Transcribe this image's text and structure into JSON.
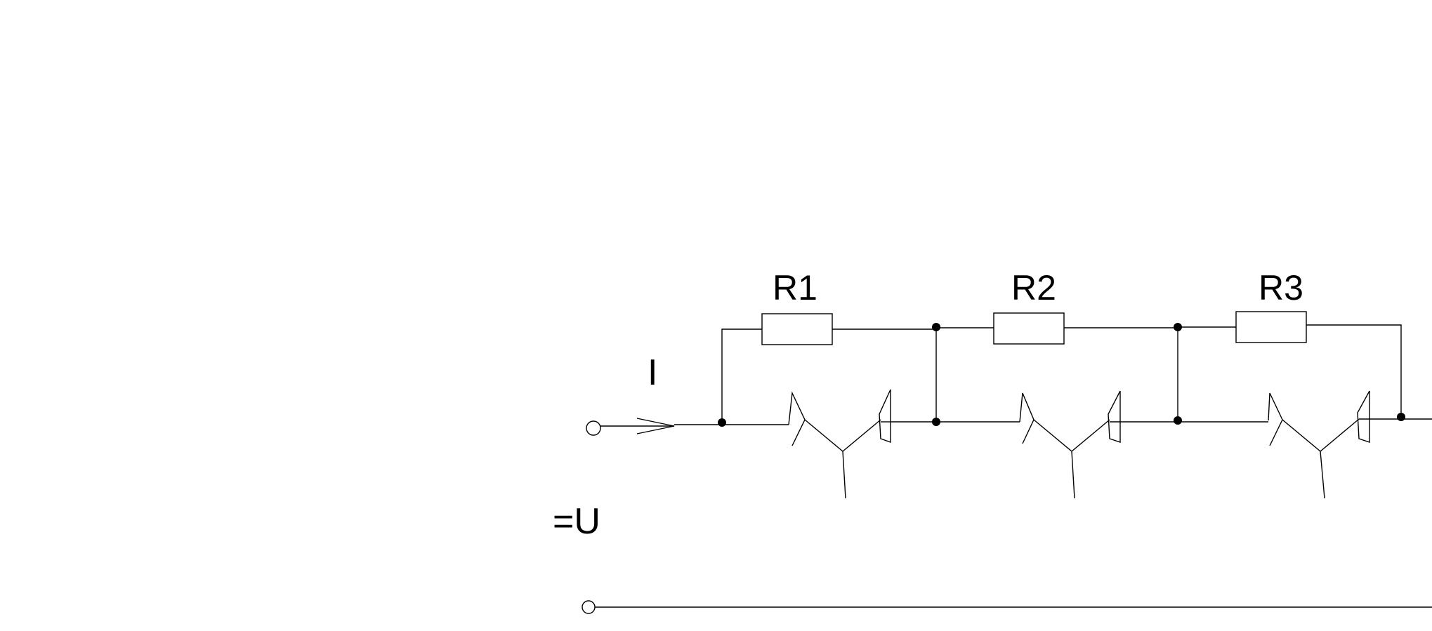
{
  "diagram": {
    "resistor_labels": [
      "R1",
      "R2",
      "R3"
    ],
    "current_label": "I",
    "voltage_label": "=U",
    "line_color": "#000000",
    "background_color": "#ffffff"
  }
}
